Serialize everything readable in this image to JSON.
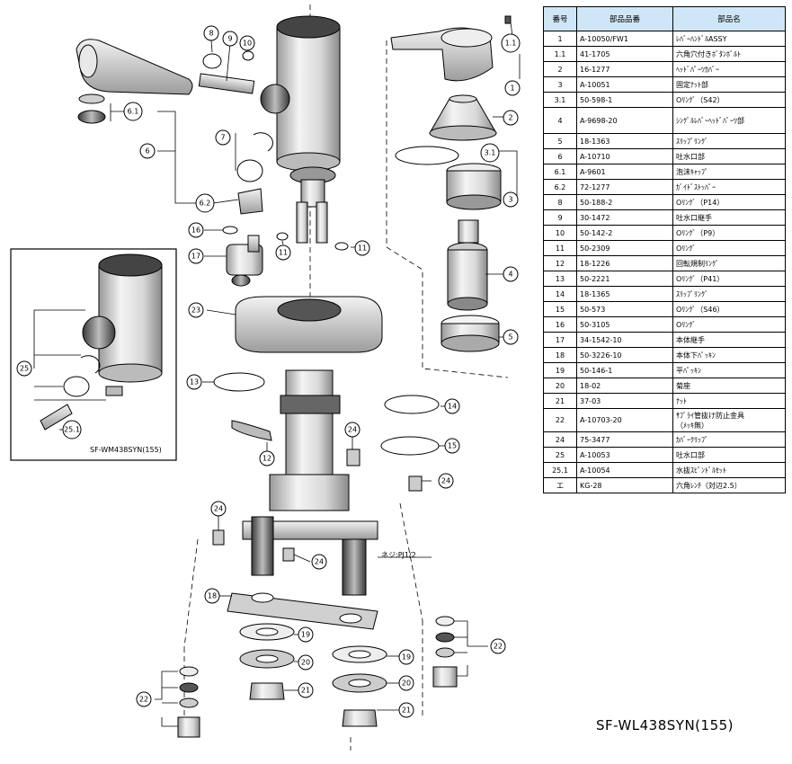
{
  "table": {
    "headers": {
      "no": "番号",
      "part_no": "部品品番",
      "name": "部品名"
    },
    "rows": [
      {
        "no": "1",
        "part_no": "A-10050/FW1",
        "name": "ﾚﾊﾞｰﾊﾝﾄﾞﾙASSY"
      },
      {
        "no": "1.1",
        "part_no": "41-1705",
        "name": "六角穴付きﾎﾞﾀﾝﾎﾞﾙﾄ"
      },
      {
        "no": "2",
        "part_no": "16-1277",
        "name": "ﾍｯﾄﾞﾊﾟｰﾂｶﾊﾞｰ"
      },
      {
        "no": "3",
        "part_no": "A-10051",
        "name": "固定ﾅｯﾄ部"
      },
      {
        "no": "3.1",
        "part_no": "50-598-1",
        "name": "Oﾘﾝｸﾞ（S42）"
      },
      {
        "no": "4",
        "part_no": "A-9698-20",
        "name": "ｼﾝｸﾞﾙﾚﾊﾞｰﾍｯﾄﾞﾊﾟｰﾂ部"
      },
      {
        "no": "5",
        "part_no": "18-1363",
        "name": "ｽﾘｯﾌﾟﾘﾝｸﾞ"
      },
      {
        "no": "6",
        "part_no": "A-10710",
        "name": "吐水口部"
      },
      {
        "no": "6.1",
        "part_no": "A-9601",
        "name": "泡沫ｷｬｯﾌﾟ"
      },
      {
        "no": "6.2",
        "part_no": "72-1277",
        "name": "ｶﾞｲﾄﾞｽﾄｯﾊﾟｰ"
      },
      {
        "no": "8",
        "part_no": "50-188-2",
        "name": "Oﾘﾝｸﾞ（P14）"
      },
      {
        "no": "9",
        "part_no": "30-1472",
        "name": "吐水口継手"
      },
      {
        "no": "10",
        "part_no": "50-142-2",
        "name": "Oﾘﾝｸﾞ（P9）"
      },
      {
        "no": "11",
        "part_no": "50-2309",
        "name": "Oﾘﾝｸﾞ"
      },
      {
        "no": "12",
        "part_no": "18-1226",
        "name": "回転規制ﾘﾝｸﾞ"
      },
      {
        "no": "13",
        "part_no": "50-2221",
        "name": "Oﾘﾝｸﾞ（P41）"
      },
      {
        "no": "14",
        "part_no": "18-1365",
        "name": "ｽﾘｯﾌﾟﾘﾝｸﾞ"
      },
      {
        "no": "15",
        "part_no": "50-573",
        "name": "Oﾘﾝｸﾞ（S46）"
      },
      {
        "no": "16",
        "part_no": "50-3105",
        "name": "Oﾘﾝｸﾞ"
      },
      {
        "no": "17",
        "part_no": "34-1542-10",
        "name": "本体継手"
      },
      {
        "no": "18",
        "part_no": "50-3226-10",
        "name": "本体下ﾊﾟｯｷﾝ"
      },
      {
        "no": "19",
        "part_no": "50-146-1",
        "name": "平ﾊﾟｯｷﾝ"
      },
      {
        "no": "20",
        "part_no": "18-02",
        "name": "菊座"
      },
      {
        "no": "21",
        "part_no": "37-03",
        "name": "ﾅｯﾄ"
      },
      {
        "no": "22",
        "part_no": "A-10703-20",
        "name": "ｻﾌﾞﾗｲ管抜け防止金具",
        "name2": "（ﾒｯｷ無）"
      },
      {
        "no": "24",
        "part_no": "75-3477",
        "name": "ｶﾊﾞｰｸﾘｯﾌﾟ"
      },
      {
        "no": "25",
        "part_no": "A-10053",
        "name": "吐水口部"
      },
      {
        "no": "25.1",
        "part_no": "A-10054",
        "name": "水抜ｽﾋﾟﾝﾄﾞﾙｾｯﾄ"
      },
      {
        "no": "エ",
        "part_no": "KG-28",
        "name": "六角ﾚﾝﾁ（対辺2.5）"
      }
    ]
  },
  "callouts": [
    "1",
    "1.1",
    "2",
    "3",
    "3.1",
    "4",
    "5",
    "6",
    "6.1",
    "6.2",
    "7",
    "8",
    "9",
    "10",
    "11",
    "12",
    "13",
    "14",
    "15",
    "16",
    "17",
    "18",
    "19",
    "20",
    "21",
    "22",
    "23",
    "24",
    "25",
    "25.1"
  ],
  "inset_label": "SF-WM438SYN(155)",
  "thread_label": "ネジ:PJ1/2",
  "model_label": "SF-WL438SYN(155)"
}
